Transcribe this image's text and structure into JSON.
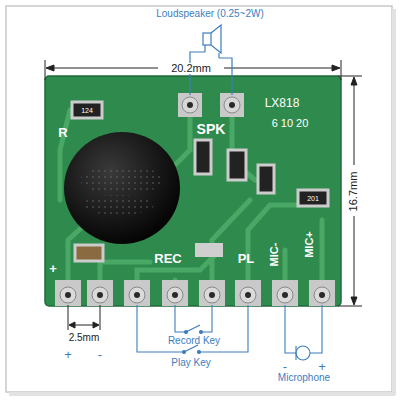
{
  "diagram": {
    "labels": [
      "Loudspeaker (0.25~2W)",
      "20.2mm",
      "R",
      "124",
      "SPK",
      "LX818",
      "6 10 20",
      "201",
      "16.7mm",
      "+",
      "REC",
      "PL",
      "MIC-",
      "MIC+",
      "2.5mm",
      "+",
      "-",
      "Record Key",
      "Play Key",
      "-",
      "Microphone",
      "+"
    ]
  }
}
